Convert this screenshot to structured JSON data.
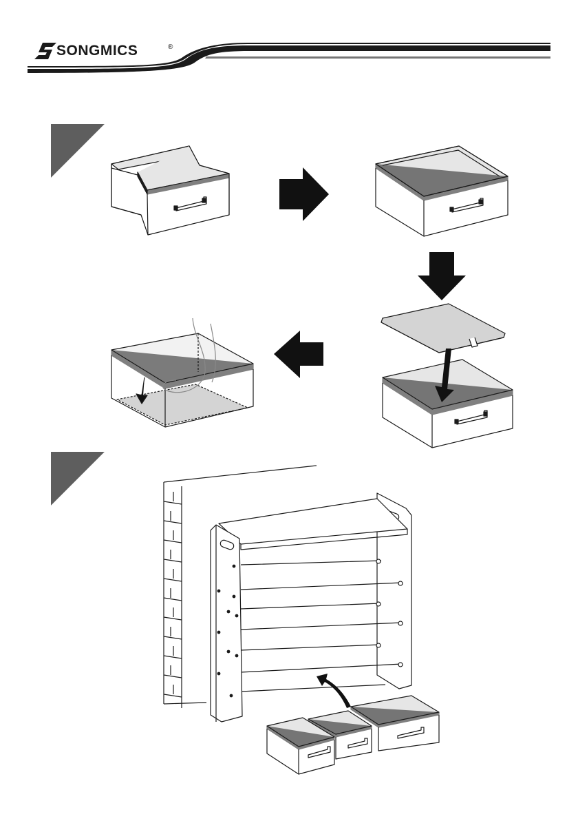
{
  "brand": {
    "name": "SONGMICS",
    "registered": "®",
    "logo_icon": "songmics-s-icon"
  },
  "steps": [
    {
      "icon": "step-badge-icon",
      "illustration": "fold-open-box-and-insert-base-board"
    },
    {
      "icon": "step-badge-icon",
      "illustration": "slide-boxes-into-shoe-rack"
    }
  ],
  "colors": {
    "ink": "#1a1a1a",
    "badge": "#5e5e5e",
    "box_inner": "#e6e6e6",
    "board": "#d4d4d4",
    "arrow": "#111111"
  }
}
